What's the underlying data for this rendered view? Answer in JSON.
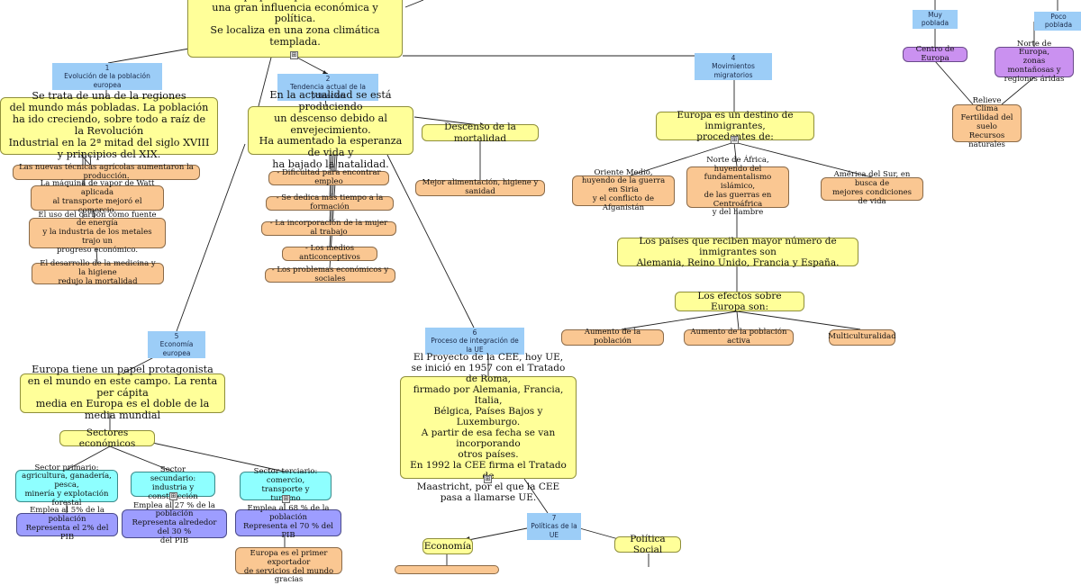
{
  "top": {
    "intro_text": "El mayor de todos es Rusia,\nque está situado entre Asia y Europa.\nEs el segundo continente más pequeño, pero tiene\nuna gran influencia económica y política.\nSe localiza en una zona climática templada.",
    "label_muy_poblada": "Muy poblada",
    "label_poco_poblada": "Poco poblada",
    "centro_europa": "Centro de Europa",
    "norte_europa": "Norte de Europa,\nzonas montañosas y\nregiones áridas",
    "relieve": "Relieve\nClima\nFertilidad del suelo\nRecursos naturales"
  },
  "section1": {
    "label": "1\nEvolución de la población europea",
    "main": "Se trata de una de la regiones\ndel mundo más pobladas. La población\nha ido creciendo, sobre todo a raíz de la Revolución\nIndustrial en la 2ª mitad del siglo XVIII\ny principios del XIX.",
    "items": [
      "Las nuevas técnicas agrícolas aumentaron la producción.",
      "La máquina de vapor de Watt aplicada\nal transporte mejoró el comercio.",
      "El uso del carbón como fuente de energía\ny la industria de los metales trajo un\nprogreso económico.",
      "El desarrollo de la medicina y la higiene\nredujo la mortalidad"
    ]
  },
  "section2": {
    "label": "2\nTendencia actual de la población",
    "main": "En la actualidad se está produciendo\nun descenso debido al envejecimiento.\nHa aumentado la esperanza de vida y\nha bajado la natalidad.",
    "items": [
      "- Dificultad para encontrar empleo",
      "- Se dedica más tiempo a la formación",
      "- La incorporación de la mujer al trabajo",
      "- Los medios anticonceptivos",
      "- Los problemas económicos y sociales"
    ],
    "descenso": "Descenso de la mortalidad",
    "mejor": "Mejor alimentación, higiene y sanidad"
  },
  "section4": {
    "label": "4\nMovimientos migratorios",
    "main": "Europa es un destino de inmigrantes,\nprocedentes de:",
    "origins": [
      "Oriente Medio,\nhuyendo de la guerra en Siria\ny el conflicto de Afganistán",
      "Norte de África, huyendo del\nfundamentalismo islámico,\nde las guerras en Centroáfrica\ny del hambre",
      "América del Sur, en busca de\nmejores condiciones de vida"
    ],
    "receivers": "Los países que reciben mayor número de inmigrantes son\nAlemania, Reino Unido, Francia y España.",
    "effects": "Los efectos sobre Europa son:",
    "effect_items": [
      "Aumento de la población",
      "Aumento de la población activa",
      "Multiculturalidad"
    ]
  },
  "section5": {
    "label": "5\nEconomía europea",
    "main": "Europa tiene un papel protagonista\nen el mundo en este campo. La renta per cápita\nmedia en Europa es el doble de la media mundial",
    "sectores": "Sectores económicos",
    "primario": "Sector primario:\nagricultura, ganadería, pesca,\nminería y explotación forestal",
    "secundario": "Sector secundario:\nindustria y construcción",
    "terciario": "Sector terciario: comercio,\ntransporte y turismo",
    "primario_stat": "Emplea al 5% de la población\nRepresenta el 2% del PIB",
    "secundario_stat": "Emplea al 27 % de la población\nRepresenta alrededor del 30 %\ndel PIB",
    "terciario_stat": "Emplea al 68 % de la población\nRepresenta el 70 % del PIB",
    "exportador": "Europa es el primer exportador\nde servicios del mundo gracias"
  },
  "section6": {
    "label": "6\nProceso de integración de la UE",
    "main": "El Proyecto de la CEE, hoy UE,\nse inició en 1957 con el Tratado de Roma,\nfirmado por Alemania, Francia, Italia,\nBélgica, Países Bajos y Luxemburgo.\nA partir de esa fecha se van incorporando\notros países.\nEn  1992 la CEE firma el Tratado de\nMaastricht, por el que la CEE\npasa a llamarse UE."
  },
  "section7": {
    "label": "7\nPolíticas de la UE",
    "economia": "Economía",
    "politica_social": "Política Social"
  },
  "expander_glyph": "⊞"
}
